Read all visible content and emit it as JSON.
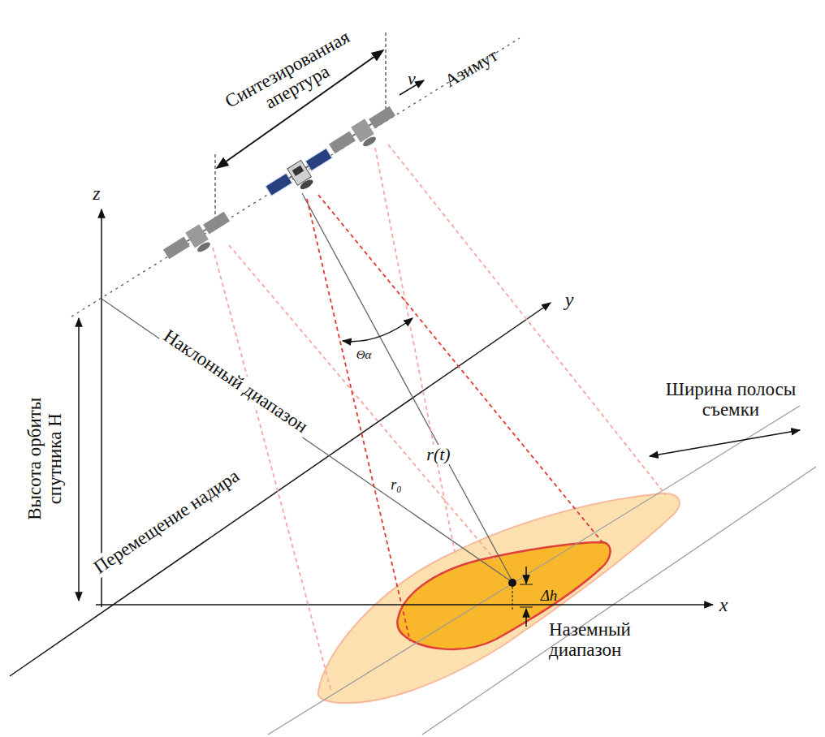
{
  "diagram": {
    "labels": [
      "Синтезированная апертура",
      "v",
      "Азимут",
      "z",
      "y",
      "Θα",
      "Наклонный диапазон",
      "Высота орбиты спутника H",
      "r(t)",
      "r₀",
      "Ширина полосы съемки",
      "Перемещение надира",
      "x",
      "Δh",
      "Наземный диапазон"
    ]
  }
}
